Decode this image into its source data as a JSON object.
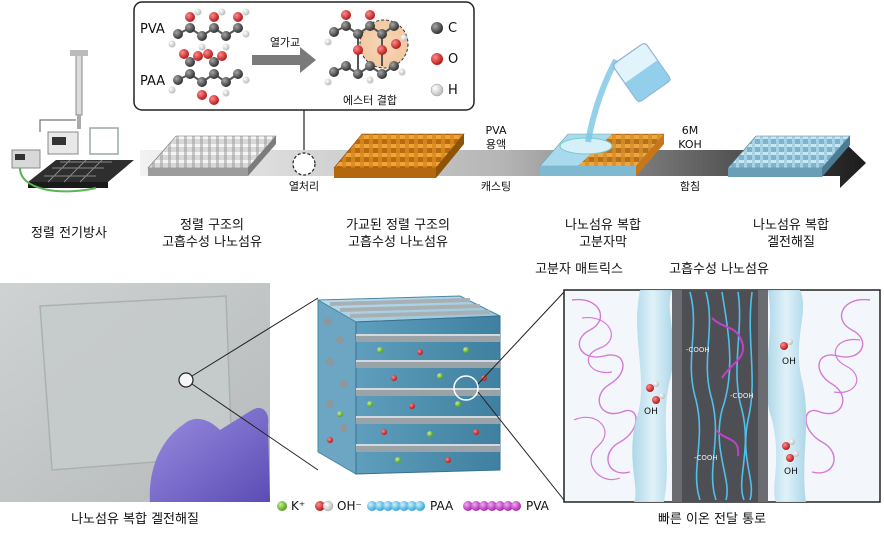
{
  "inset": {
    "pva": "PVA",
    "paa": "PAA",
    "arrow_label": "열가교",
    "ester_label": "에스터 결합",
    "atoms": [
      {
        "symbol": "C",
        "color": "#3a3a3a"
      },
      {
        "symbol": "O",
        "color": "#d42020"
      },
      {
        "symbol": "H",
        "color": "#e9e9e9"
      }
    ]
  },
  "process": {
    "heat_label": "열처리",
    "pva_solution_1": "PVA",
    "pva_solution_2": "용액",
    "casting_label": "캐스팅",
    "koh_1": "6M",
    "koh_2": "KOH",
    "soak_label": "함침"
  },
  "steps": [
    {
      "line1": "정렬 전기방사",
      "line2": ""
    },
    {
      "line1": "정렬 구조의",
      "line2": "고흡수성 나노섬유"
    },
    {
      "line1": "가교된 정렬 구조의",
      "line2": "고흡수성 나노섬유"
    },
    {
      "line1": "나노섬유 복합",
      "line2": "고분자막"
    },
    {
      "line1": "나노섬유 복합",
      "line2": "겔전해질"
    }
  ],
  "bottom": {
    "photo_caption": "나노섬유 복합 겔전해질",
    "matrix_label": "고분자 매트릭스",
    "fiber_label": "고흡수성 나노섬유",
    "ion_caption": "빠른 이온 전달 통로",
    "oh_label": "OH",
    "cooh_label": "-COOH"
  },
  "legend": {
    "k": "K⁺",
    "oh": "OH⁻",
    "paa": "PAA",
    "pva": "PVA",
    "k_color": "#7cc242",
    "paa_color": "#4fc0ea",
    "pva_color": "#c23fc8"
  }
}
